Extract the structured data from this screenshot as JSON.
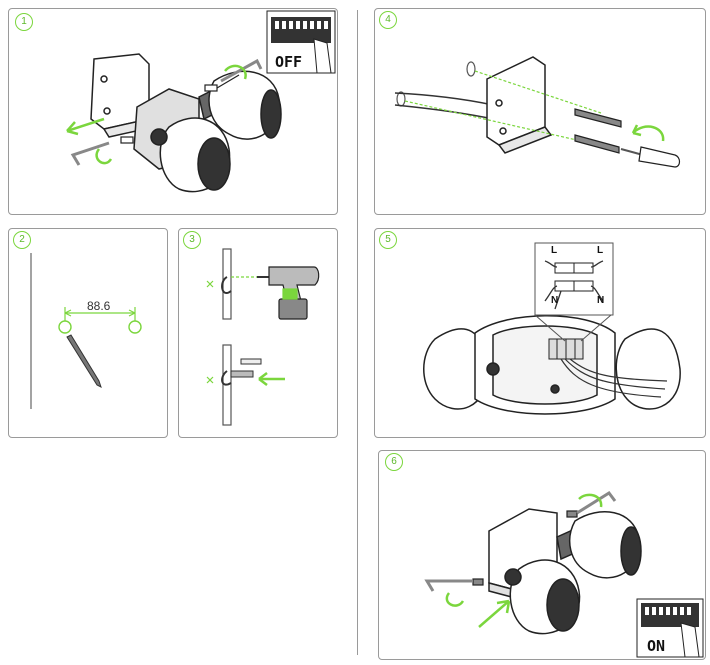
{
  "steps": [
    {
      "number": "1",
      "switch_label": "OFF"
    },
    {
      "number": "2",
      "dimension": "88.6"
    },
    {
      "number": "3"
    },
    {
      "number": "4"
    },
    {
      "number": "5",
      "wire_labels": {
        "live_left": "L",
        "live_right": "L",
        "neutral_left": "N",
        "neutral_right": "N"
      }
    },
    {
      "number": "6",
      "switch_label": "ON"
    }
  ],
  "colors": {
    "accent": "#7bd63d",
    "line": "#222222",
    "panel_border": "#9a9a9a"
  }
}
